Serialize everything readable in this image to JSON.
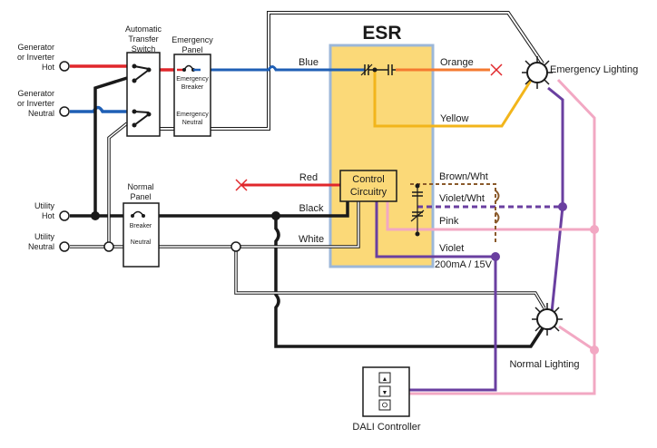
{
  "title": "ESR",
  "sources": {
    "generator_hot": [
      "Generator",
      "or Inverter",
      "Hot"
    ],
    "generator_neutral": [
      "Generator",
      "or Inverter",
      "Neutral"
    ],
    "utility_hot": [
      "Utility",
      "Hot"
    ],
    "utility_neutral": [
      "Utility",
      "Neutral"
    ]
  },
  "ats": [
    "Automatic",
    "Transfer",
    "Switch"
  ],
  "emergency_panel": {
    "title": [
      "Emergency",
      "Panel"
    ],
    "breaker": [
      "Emergency",
      "Breaker"
    ],
    "neutral": [
      "Emergency",
      "Neutral"
    ]
  },
  "normal_panel": {
    "title": [
      "Normal",
      "Panel"
    ],
    "breaker": "Breaker",
    "neutral": "Neutral"
  },
  "control_circuitry": [
    "Control",
    "Circuitry"
  ],
  "wires": {
    "blue": "Blue",
    "orange": "Orange",
    "yellow": "Yellow",
    "red": "Red",
    "black": "Black",
    "white": "White",
    "brown_wht": "Brown/Wht",
    "violet_wht": "Violet/Wht",
    "pink": "Pink",
    "violet": "Violet",
    "rating": "200mA / 15V"
  },
  "emergency_lighting": "Emergency Lighting",
  "normal_lighting": "Normal Lighting",
  "dali_controller": "DALI Controller",
  "colors": {
    "hot_red": "#e0272b",
    "neutral_blue": "#1f5fb5",
    "orange": "#f47a30",
    "yellow": "#f2b51b",
    "violet": "#6a3fa0",
    "pink": "#f2a8c3",
    "brown": "#8a5a2b",
    "esr_fill": "#fbd978",
    "esr_border": "#9cb7d8",
    "line_black": "#1a1a1a"
  }
}
